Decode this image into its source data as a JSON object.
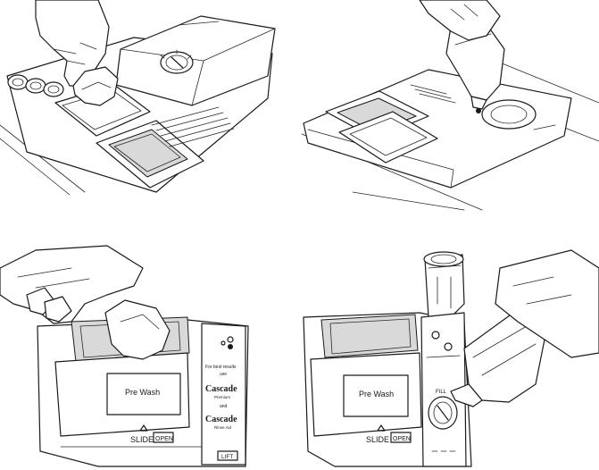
{
  "panels": [
    {
      "id": "top-left",
      "labels": []
    },
    {
      "id": "top-right",
      "labels": []
    },
    {
      "id": "bottom-left",
      "labels": {
        "prewash": "Pre Wash",
        "slide": "SLIDE",
        "open": "OPEN",
        "lift": "LIFT",
        "recommends_line1": "For best results",
        "recommends_line2": "use",
        "brand1": "Cascade",
        "brand1_sub": "Premium",
        "and": "and",
        "brand2": "Cascade",
        "brand2_sub": "Rinse Aid"
      }
    },
    {
      "id": "bottom-right",
      "labels": {
        "prewash": "Pre Wash",
        "slide": "SLIDE",
        "open": "OPEN",
        "fill": "FILL"
      }
    }
  ],
  "colors": {
    "line": "#1a1a1a",
    "shade": "#d9d9d9",
    "paper": "#ffffff"
  },
  "icons": [
    "hand-illustration",
    "detergent-bottle-illustration",
    "rinse-aid-dial-icon"
  ]
}
